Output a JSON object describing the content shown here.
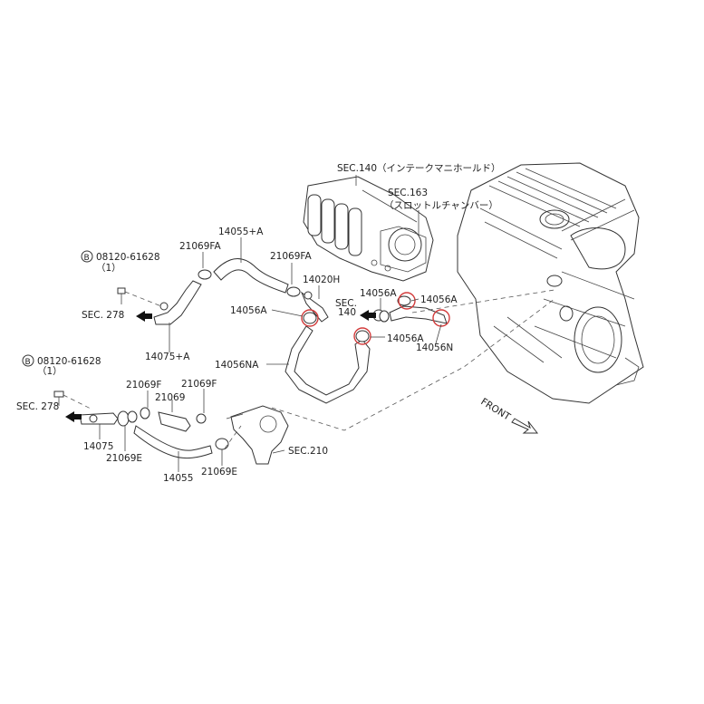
{
  "diagram": {
    "labels": {
      "sec140_intake": "SEC.140（インテークマニホールド）",
      "sec163_1": "SEC.163",
      "sec163_2": "（スロットルチャンバー）",
      "p14055A": "14055+A",
      "p21069FA_1": "21069FA",
      "p21069FA_2": "21069FA",
      "p14020H": "14020H",
      "bolt_top": "08120-61628",
      "bolt_top_qty": "（1）",
      "sec278_top": "SEC. 278",
      "p14075A": "14075+A",
      "p14056A_left": "14056A",
      "sec140_mid_1": "SEC.",
      "sec140_mid_2": "140",
      "p14056A_top": "14056A",
      "p14056A_right": "14056A",
      "p14056A_bottom": "14056A",
      "p14056N": "14056N",
      "p14056NA": "14056NA",
      "bolt_bottom": "08120-61628",
      "bolt_bottom_qty": "（1）",
      "sec278_bottom": "SEC. 278",
      "p21069F_1": "21069F",
      "p21069": "21069",
      "p21069F_2": "21069F",
      "p14075": "14075",
      "p21069E_1": "21069E",
      "p14055": "14055",
      "p21069E_2": "21069E",
      "sec210": "SEC.210",
      "front": "FRONT",
      "bolt_symbol": "B"
    }
  }
}
